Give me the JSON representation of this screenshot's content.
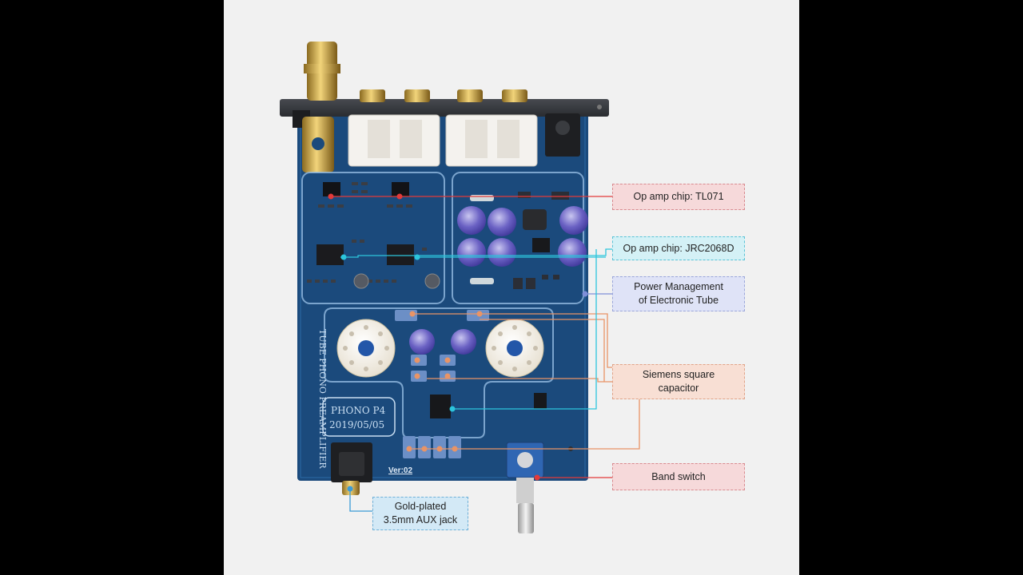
{
  "board": {
    "name_line1": "PHONO P4",
    "name_line2": "2019/05/05",
    "vertical_title": "TUBE PHONO PREAMPLIFIER",
    "version": "Ver:02"
  },
  "callouts": {
    "opamp_tl071": "Op amp chip: TL071",
    "opamp_jrc": "Op amp chip: JRC2068D",
    "power_line1": "Power Management",
    "power_line2": "of Electronic Tube",
    "siemens_line1": "Siemens square",
    "siemens_line2": "capacitor",
    "band_switch": "Band switch",
    "aux_line1": "Gold-plated",
    "aux_line2": "3.5mm AUX jack"
  },
  "colors": {
    "pcb": "#1b4a7c",
    "red_line": "#e23a3a",
    "cyan_line": "#2cc5dc",
    "lavender_line": "#7f8fd8",
    "peach_line": "#e99466",
    "blue_line": "#3b9bd6"
  }
}
